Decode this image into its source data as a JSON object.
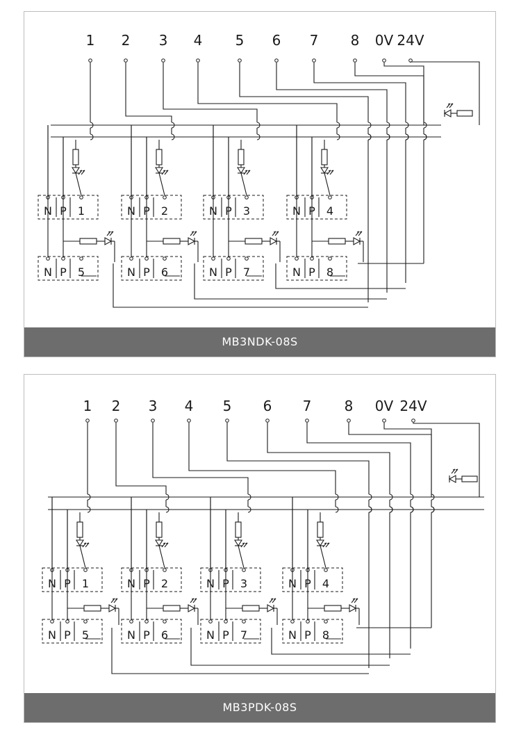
{
  "colors": {
    "caption_bg": "#6d6d6d",
    "line": "#1a1a1a"
  },
  "icons": [
    "led-icon",
    "resistor-icon",
    "light-emission-arrows-icon"
  ],
  "diagrams": [
    {
      "model": "MB3NDK-08S",
      "terminals": [
        "1",
        "2",
        "3",
        "4",
        "5",
        "6",
        "7",
        "8",
        "0V",
        "24V"
      ],
      "modules": [
        {
          "n": "N",
          "p": "P",
          "num": "1"
        },
        {
          "n": "N",
          "p": "P",
          "num": "2"
        },
        {
          "n": "N",
          "p": "P",
          "num": "3"
        },
        {
          "n": "N",
          "p": "P",
          "num": "4"
        },
        {
          "n": "N",
          "p": "P",
          "num": "5"
        },
        {
          "n": "N",
          "p": "P",
          "num": "6"
        },
        {
          "n": "N",
          "p": "P",
          "num": "7"
        },
        {
          "n": "N",
          "p": "P",
          "num": "8"
        }
      ]
    },
    {
      "model": "MB3PDK-08S",
      "terminals": [
        "1",
        "2",
        "3",
        "4",
        "5",
        "6",
        "7",
        "8",
        "0V",
        "24V"
      ],
      "modules": [
        {
          "n": "N",
          "p": "P",
          "num": "1"
        },
        {
          "n": "N",
          "p": "P",
          "num": "2"
        },
        {
          "n": "N",
          "p": "P",
          "num": "3"
        },
        {
          "n": "N",
          "p": "P",
          "num": "4"
        },
        {
          "n": "N",
          "p": "P",
          "num": "5"
        },
        {
          "n": "N",
          "p": "P",
          "num": "6"
        },
        {
          "n": "N",
          "p": "P",
          "num": "7"
        },
        {
          "n": "N",
          "p": "P",
          "num": "8"
        }
      ]
    }
  ]
}
